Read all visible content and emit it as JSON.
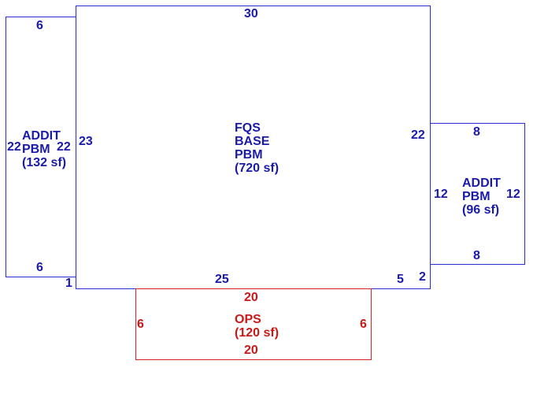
{
  "colors": {
    "blue": "#1a1aa8",
    "red": "#c81818"
  },
  "base": {
    "label_lines": [
      "FQS",
      "BASE",
      "PBM",
      "(720 sf)"
    ],
    "dims": {
      "top": "30",
      "left": "23",
      "right": "22",
      "bottom_left": "25",
      "bottom_right": "5",
      "right_lower": "2",
      "left_lower": "1"
    }
  },
  "addit_left": {
    "label_lines": [
      "ADDIT",
      "PBM",
      "(132 sf)"
    ],
    "dims": {
      "top": "6",
      "bottom": "6",
      "left": "22",
      "right": "22"
    }
  },
  "addit_right": {
    "label_lines": [
      "ADDIT",
      "PBM",
      "(96 sf)"
    ],
    "dims": {
      "top": "8",
      "bottom": "8",
      "left": "12",
      "right": "12"
    }
  },
  "ops": {
    "label_lines": [
      "OPS",
      "(120 sf)"
    ],
    "dims": {
      "top": "20",
      "bottom": "20",
      "left": "6",
      "right": "6"
    }
  }
}
